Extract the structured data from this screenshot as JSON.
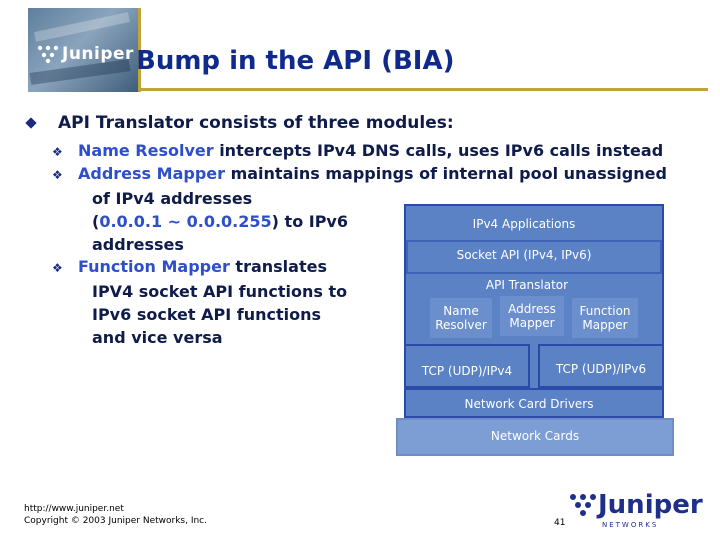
{
  "slide": {
    "logo_text": "Juniper",
    "title": "Bump in the API (BIA)",
    "main_bullet": "API Translator consists of three modules:",
    "sub_bullets": [
      {
        "name": "Name Resolver",
        "text": " intercepts IPv4 DNS calls, uses IPv6 calls instead"
      },
      {
        "name": "Address Mapper",
        "line1": " maintains mappings of internal pool unassigned",
        "line2": "of IPv4 addresses",
        "line3_open": "(",
        "line3_range": "0.0.0.1 ~ 0.0.0.255",
        "line3_rest": ") to IPv6",
        "line4": "addresses"
      },
      {
        "name": "Function Mapper",
        "line1": " translates",
        "line2": "IPV4 socket API functions to",
        "line3": "IPv6 socket API functions",
        "line4": "and vice versa"
      }
    ]
  },
  "diagram": {
    "ipv4_apps": "IPv4 Applications",
    "socket_api": "Socket API (IPv4, IPv6)",
    "api_translator": "API Translator",
    "name_resolver_1": "Name",
    "name_resolver_2": "Resolver",
    "address_mapper_1": "Address",
    "address_mapper_2": "Mapper",
    "function_mapper_1": "Function",
    "function_mapper_2": "Mapper",
    "tcp_ipv4": "TCP (UDP)/IPv4",
    "tcp_ipv6": "TCP (UDP)/IPv6",
    "nic_drivers": "Network Card Drivers",
    "nic": "Network Cards"
  },
  "footer": {
    "url": "http://www.juniper.net",
    "copyright": "Copyright © 2003 Juniper Networks, Inc.",
    "page": "41",
    "logo_word": "Juniper",
    "logo_sub": "NETWORKS"
  },
  "colors": {
    "title": "#0f2a8a",
    "accent_rule": "#c2a23a",
    "highlight": "#2e4fc9",
    "box_fill": "#5a82c4",
    "box_border": "#2c4aa8"
  }
}
